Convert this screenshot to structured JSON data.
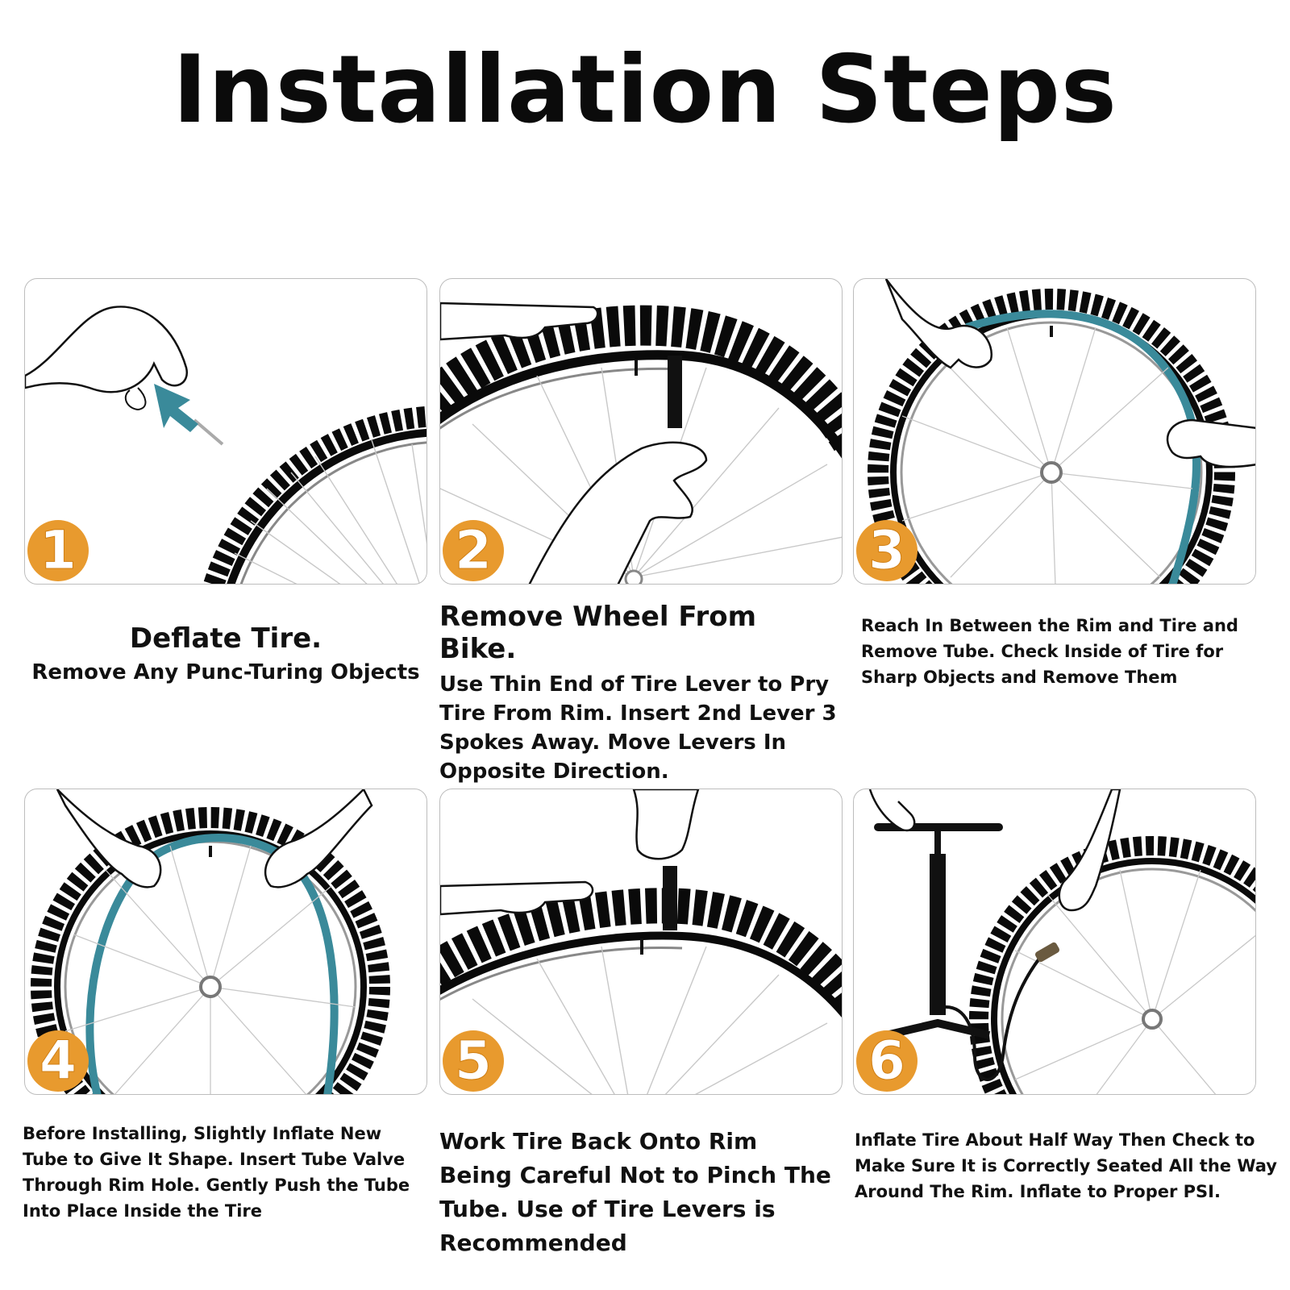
{
  "title": "Installation Steps",
  "colors": {
    "accent": "#e89a2e",
    "tube": "#3a8a9a",
    "tire": "#0a0a0a"
  },
  "steps": [
    {
      "number": "1",
      "heading": "Deflate Tire.",
      "body": "Remove Any Punc-Turing Objects"
    },
    {
      "number": "2",
      "heading": "Remove Wheel From Bike.",
      "body": "Use Thin End of Tire Lever to Pry Tire From Rim. Insert 2nd Lever 3 Spokes Away. Move Levers In Opposite Direction."
    },
    {
      "number": "3",
      "heading": "",
      "body": "Reach In Between the Rim and Tire and Remove Tube. Check Inside of Tire for Sharp Objects and Remove Them"
    },
    {
      "number": "4",
      "heading": "",
      "body": "Before Installing, Slightly Inflate New Tube to Give It Shape. Insert Tube Valve Through Rim Hole. Gently Push the Tube Into Place Inside the Tire"
    },
    {
      "number": "5",
      "heading": "",
      "body": "Work Tire Back Onto Rim Being Careful Not to Pinch The Tube. Use of Tire Levers is Recommended"
    },
    {
      "number": "6",
      "heading": "",
      "body": "Inflate Tire About Half Way  Then Check to Make Sure It is Correctly Seated All the Way Around The Rim. Inflate to Proper PSI."
    }
  ]
}
